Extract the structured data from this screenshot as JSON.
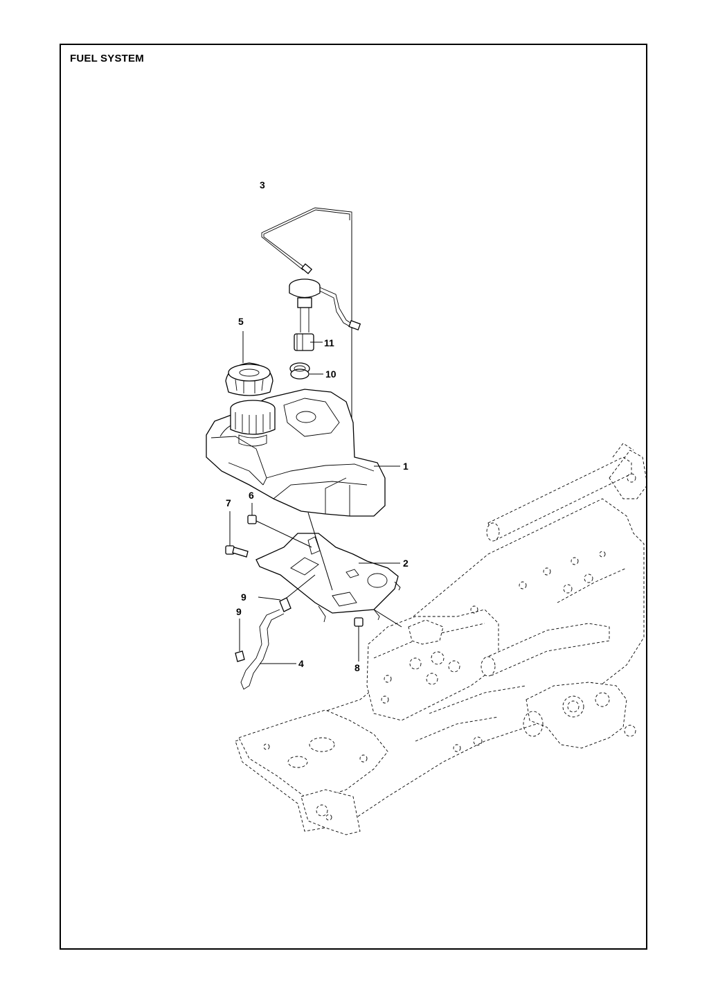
{
  "page": {
    "title": "FUEL SYSTEM"
  },
  "callouts": [
    {
      "id": "c1",
      "label": "1"
    },
    {
      "id": "c2",
      "label": "2"
    },
    {
      "id": "c3",
      "label": "3"
    },
    {
      "id": "c4",
      "label": "4"
    },
    {
      "id": "c5",
      "label": "5"
    },
    {
      "id": "c6",
      "label": "6"
    },
    {
      "id": "c7",
      "label": "7"
    },
    {
      "id": "c8",
      "label": "8"
    },
    {
      "id": "c9a",
      "label": "9"
    },
    {
      "id": "c9b",
      "label": "9"
    },
    {
      "id": "c10",
      "label": "10"
    },
    {
      "id": "c11",
      "label": "11"
    }
  ]
}
